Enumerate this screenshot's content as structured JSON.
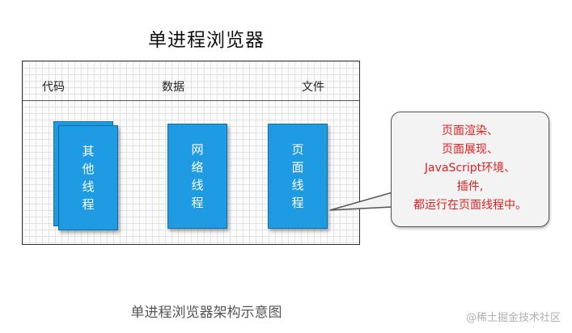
{
  "diagram": {
    "title": "单进程浏览器",
    "segments": [
      "代码",
      "数据",
      "文件"
    ],
    "threads": [
      {
        "label": "其他线程"
      },
      {
        "label": "网络线程"
      },
      {
        "label": "页面线程"
      }
    ],
    "callout_lines": [
      "页面渲染、",
      "页面展现、",
      "JavaScript环境、",
      "插件,",
      "都运行在页面线程中。"
    ],
    "caption": "单进程浏览器架构示意图",
    "watermark": "@稀土掘金技术社区",
    "colors": {
      "thread_fill": "#1e9be3",
      "callout_text": "#e02020",
      "callout_fill": "#f3f3f3"
    }
  }
}
